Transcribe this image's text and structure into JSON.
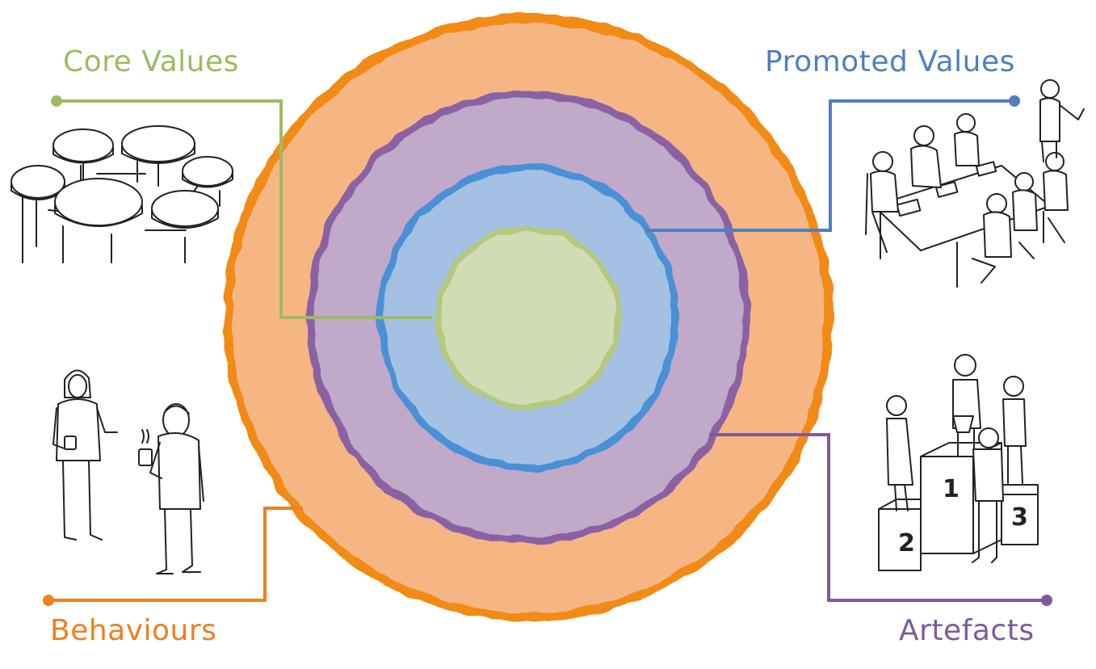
{
  "labels": {
    "core_values": "Core Values",
    "promoted_values": "Promoted Values",
    "behaviours": "Behaviours",
    "artefacts": "Artefacts"
  },
  "podium_numbers": {
    "first": "1",
    "second": "2",
    "third": "3"
  },
  "colors": {
    "core": "#9dbb62",
    "core_fill": "#d0dcb4",
    "promoted": "#4a90d6",
    "promoted_fill": "#a4c1e3",
    "artefacts": "#8a62a3",
    "artefacts_fill": "#c0a9c9",
    "behaviours": "#f28a12",
    "behaviours_fill": "#f6b684",
    "promoted_text": "#4f7fc0",
    "artefacts_text": "#7e5a9c",
    "behaviours_text": "#ef7f1f",
    "core_text": "#9dbb62"
  },
  "illustrations": {
    "core_values": "tables-icon",
    "promoted_values": "meeting-icon",
    "behaviours": "coffee-chat-icon",
    "artefacts": "podium-icon"
  }
}
